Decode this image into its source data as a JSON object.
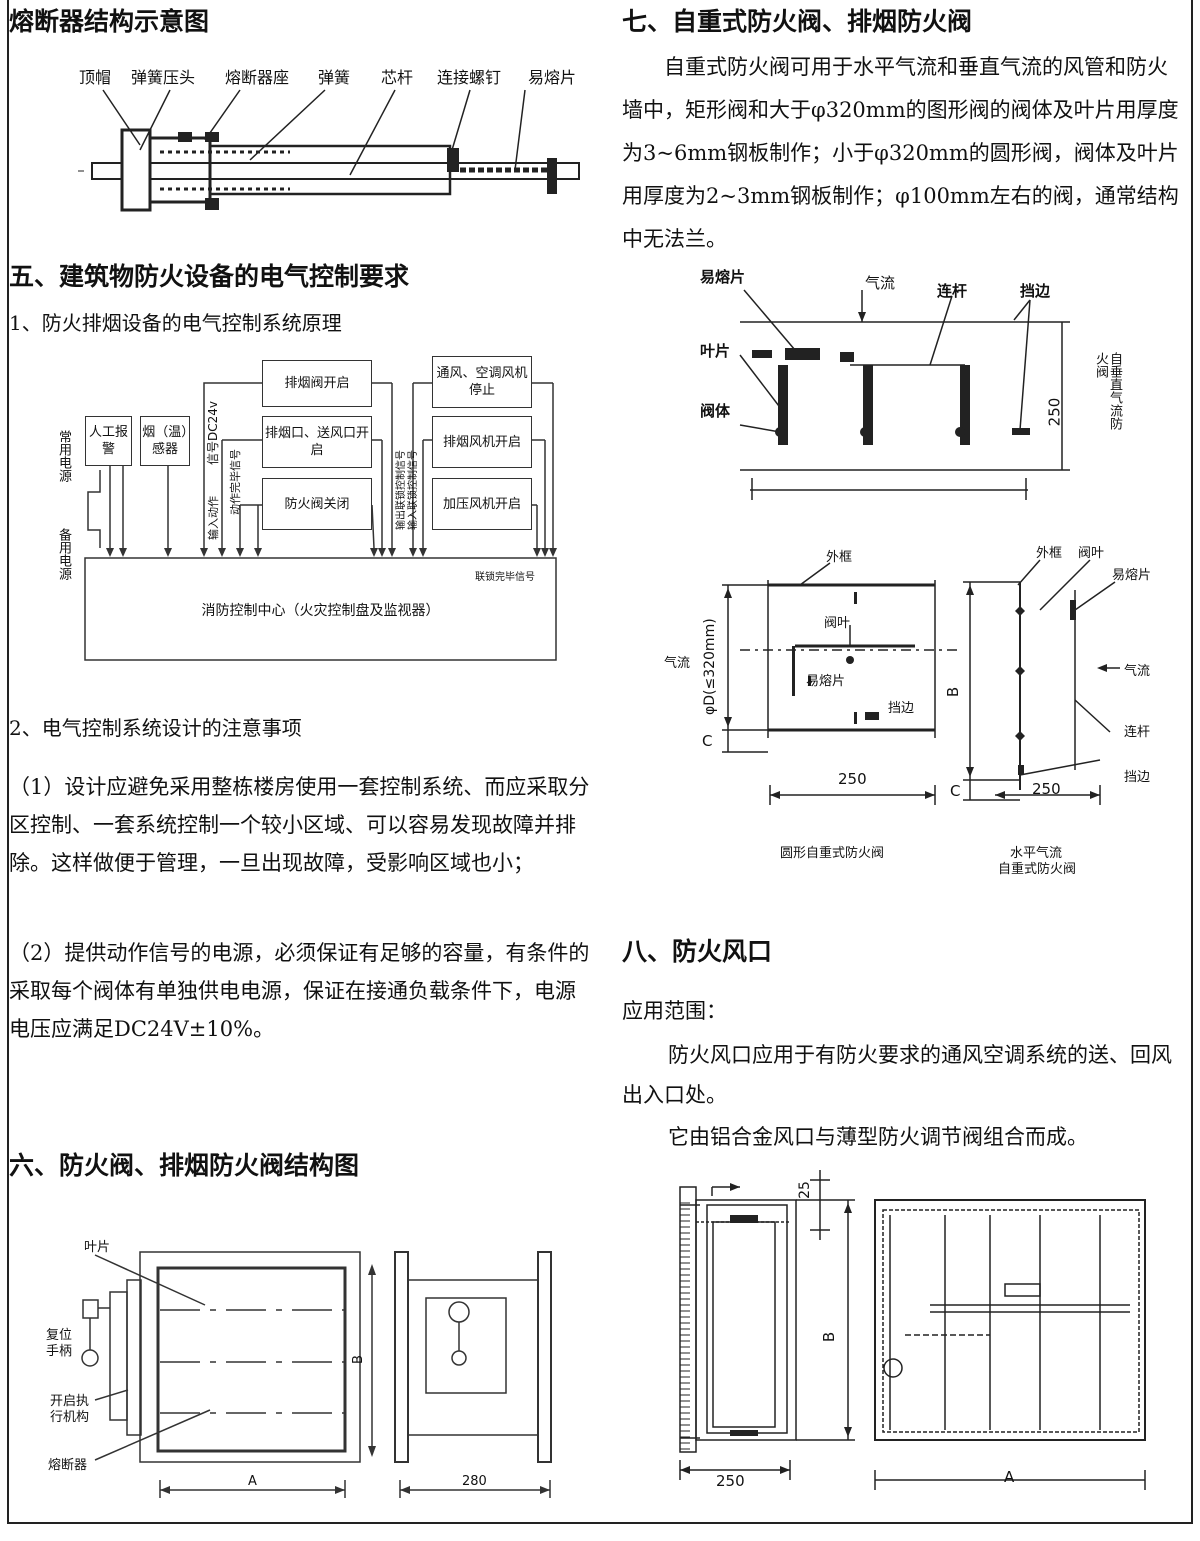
{
  "left": {
    "fuse": {
      "title": "熔断器结构示意图",
      "labels": [
        "顶帽",
        "弹簧压头",
        "熔断器座",
        "弹簧",
        "芯杆",
        "连接螺钉",
        "易熔片"
      ]
    },
    "sec5": {
      "title": "五、建筑物防火设备的电气控制要求",
      "sub1": "1、防火排烟设备的电气控制系统原理",
      "diagram": {
        "manual_alarm": "人工报警",
        "smoke_sensor": "烟（温）感器",
        "exhaust_valve_open": "排烟阀开启",
        "exhaust_port_open": "排烟口、送风口开启",
        "fire_damper_close": "防火阀关闭",
        "ac_stop": "通风、空调风机停止",
        "exhaust_fan_on": "排烟风机开启",
        "press_fan_on": "加压风机开启",
        "normal_power": "常用电源",
        "backup_power": "备用电源",
        "signal_dc24v": "信号DC24v",
        "action_done_signal": "动作完毕信号",
        "input_action": "输入动作",
        "output_link_signal": "输出联锁控制信号",
        "input_link_signal": "输入联锁控制信号",
        "link_done_signal": "联锁完毕信号",
        "center": "消防控制中心（火灾控制盘及监视器）"
      },
      "sub2": "2、电气控制系统设计的注意事项",
      "para1": "（1）设计应避免采用整栋楼房使用一套控制系统、而应采取分区控制、一套系统控制一个较小区域、可以容易发现故障并排除。这样做便于管理，一旦出现故障，受影响区域也小；",
      "para2": "（2）提供动作信号的电源，必须保证有足够的容量，有条件的采取每个阀体有单独供电电源，保证在接通负载条件下，电源电压应满足DC24V±10%。"
    },
    "sec6": {
      "title": "六、防火阀、排烟防火阀结构图",
      "labels": {
        "blade": "叶片",
        "reset_handle": "复位手柄",
        "actuator": "开启执行机构",
        "fuse": "熔断器",
        "A": "A",
        "B": "B",
        "d280": "280"
      }
    }
  },
  "right": {
    "sec7": {
      "title": "七、自重式防火阀、排烟防火阀",
      "para": "自重式防火阀可用于水平气流和垂直气流的风管和防火墙中，矩形阀和大于φ320mm的图形阀的阀体及叶片用厚度为3~6mm钢板制作；小于φ320mm的圆形阀，阀体及叶片用厚度为2~3mm钢板制作；φ100mm左右的阀，通常结构中无法兰。",
      "top_labels": {
        "fusible": "易熔片",
        "airflow": "气流",
        "link_rod": "连杆",
        "stop_edge": "挡边",
        "blade": "叶片",
        "body": "阀体",
        "dim250": "250",
        "vertical_title": "自垂直气流防火阀"
      },
      "bottom_labels": {
        "outer_frame": "外框",
        "valve_blade": "阀叶",
        "fusible": "易熔片",
        "stop_edge": "挡边",
        "airflow": "气流",
        "diameter": "φD(≤320mm)",
        "C": "C",
        "d250": "250",
        "outer_frame2": "外框",
        "valve_blade2": "阀叶",
        "fusible2": "易熔片",
        "airflow2": "气流",
        "link_rod2": "连杆",
        "stop_edge2": "挡边",
        "B": "B",
        "C2": "C",
        "d250b": "250",
        "cap_round": "圆形自重式防火阀",
        "cap_horiz_1": "水平气流",
        "cap_horiz_2": "自重式防火阀"
      }
    },
    "sec8": {
      "title": "八、防火风口",
      "scope": "应用范围：",
      "para1": "防火风口应用于有防火要求的通风空调系统的送、回风出入口处。",
      "para2": "它由铝合金风口与薄型防火调节阀组合而成。",
      "labels": {
        "d25": "25",
        "B": "B",
        "d250": "250",
        "A": "A"
      }
    }
  }
}
